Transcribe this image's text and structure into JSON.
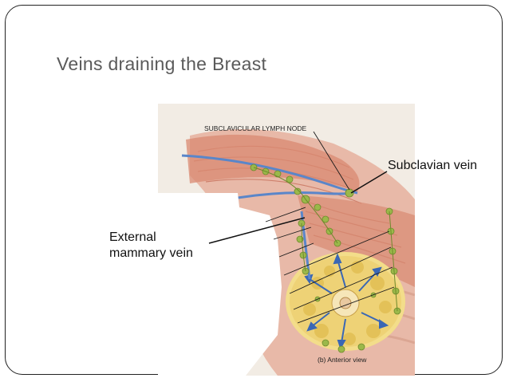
{
  "slide": {
    "title": "Veins draining the Breast"
  },
  "figure": {
    "top_label": "SUBCLAVICULAR LYMPH NODE",
    "caption": "(b) Anterior view"
  },
  "callouts": {
    "subclavian": "Subclavian vein",
    "external_line1": "External",
    "external_line2": "mammary vein"
  }
}
